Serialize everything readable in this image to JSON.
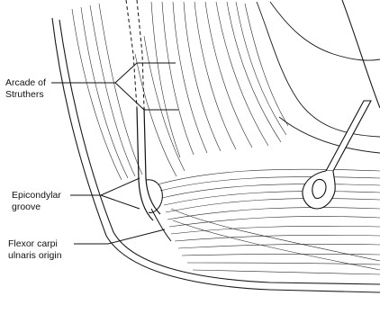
{
  "labels": {
    "arcade_of_struthers": {
      "line1": "Arcade of",
      "line2": "Struthers"
    },
    "epicondylar_groove": {
      "line1": "Epicondylar",
      "line2": "groove"
    },
    "flexor_carpi_ulnaris_origin": {
      "line1": "Flexor carpi",
      "line2": "ulnaris origin"
    }
  }
}
